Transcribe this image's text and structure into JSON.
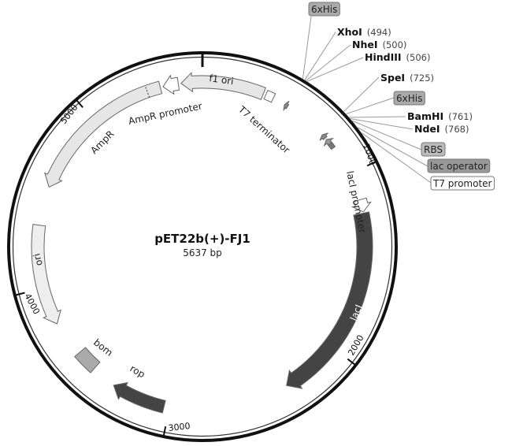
{
  "plasmid": {
    "name": "pET22b(+)-FJ1",
    "length_label": "5637 bp",
    "length_bp": 5637
  },
  "ticks": [
    "1000",
    "2000",
    "3000",
    "4000",
    "5000"
  ],
  "features": [
    {
      "name": "f1 ori",
      "start": 5520,
      "end": 5977,
      "dir": "reverse",
      "fill": "#e6e6e6"
    },
    {
      "name": "AmpR promoter",
      "start": 5420,
      "end": 5505,
      "dir": "reverse",
      "fill": "#ffffff"
    },
    {
      "name": "AmpR",
      "start": 4560,
      "end": 5405,
      "dir": "reverse",
      "fill": "#e6e6e6"
    },
    {
      "name": "ori",
      "start": 3790,
      "end": 4345,
      "dir": "reverse",
      "fill": "#eeeeee"
    },
    {
      "name": "bom",
      "start": 3470,
      "end": 3590,
      "dir": "none",
      "fill": "#aaaaaa"
    },
    {
      "name": "rop",
      "start": 3030,
      "end": 3330,
      "dir": "forward",
      "fill": "#444444"
    },
    {
      "name": "lacI",
      "start": 1225,
      "end": 2330,
      "dir": "forward",
      "fill": "#444444"
    },
    {
      "name": "lacI promoter",
      "start": 1150,
      "end": 1218,
      "dir": "forward",
      "fill": "#ffffff"
    },
    {
      "name": "T7 terminator",
      "start": 355,
      "end": 400,
      "dir": "none",
      "fill": "#ffffff"
    },
    {
      "name": "6xHis",
      "start": 470,
      "end": 490,
      "dir": "reverse",
      "fill": "#888888"
    },
    {
      "name": "cluster-1",
      "start": 735,
      "end": 760,
      "dir": "reverse",
      "fill": "#888888"
    },
    {
      "name": "cluster-2",
      "start": 770,
      "end": 800,
      "dir": "reverse",
      "fill": "#999999"
    },
    {
      "name": "cluster-3",
      "start": 800,
      "end": 830,
      "dir": "none",
      "fill": "#777777"
    }
  ],
  "labels": {
    "f1_ori": "f1 ori",
    "ampr_promoter": "AmpR promoter",
    "ampr": "AmpR",
    "ori": "ori",
    "bom": "bom",
    "rop": "rop",
    "laci": "lacI",
    "laci_promoter": "lacI promoter",
    "t7_terminator": "T7 terminator"
  },
  "sites": [
    {
      "kind": "box",
      "name": "6xHis",
      "bp": 484,
      "fill": "#aaaaaa"
    },
    {
      "kind": "enzyme",
      "name": "XhoI",
      "pos": "(494)",
      "bp": 494
    },
    {
      "kind": "enzyme",
      "name": "NheI",
      "pos": "(500)",
      "bp": 500
    },
    {
      "kind": "enzyme",
      "name": "HindIII",
      "pos": "(506)",
      "bp": 506
    },
    {
      "kind": "enzyme",
      "name": "SpeI",
      "pos": "(725)",
      "bp": 725
    },
    {
      "kind": "box",
      "name": "6xHis",
      "bp": 740,
      "fill": "#aaaaaa"
    },
    {
      "kind": "enzyme",
      "name": "BamHI",
      "pos": "(761)",
      "bp": 761
    },
    {
      "kind": "enzyme",
      "name": "NdeI",
      "pos": "(768)",
      "bp": 768
    },
    {
      "kind": "box",
      "name": "RBS",
      "bp": 780,
      "fill": "#bbbbbb"
    },
    {
      "kind": "box",
      "name": "lac operator",
      "bp": 820,
      "fill": "#999999"
    },
    {
      "kind": "box",
      "name": "T7 promoter",
      "bp": 850,
      "fill": "#ffffff"
    }
  ]
}
